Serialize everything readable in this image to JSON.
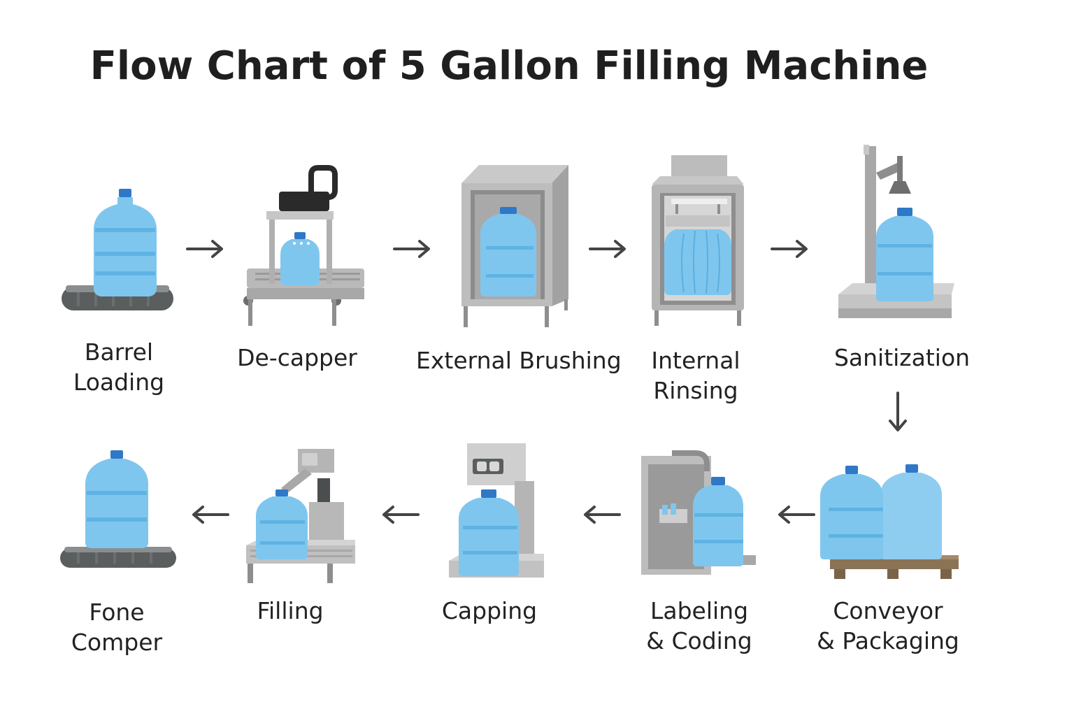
{
  "title": "Flow Chart of 5 Gallon Filling Machine",
  "colors": {
    "bottle": "#7fc6ee",
    "bottle_dark": "#4aa6dc",
    "cap": "#2f78c8",
    "steel": "#b9b9b9",
    "steel_dark": "#8e8e8e",
    "belt": "#5a5e5e",
    "machine_black": "#2a2a2a",
    "pallet": "#8b7355",
    "arrow": "#444444"
  },
  "steps": [
    {
      "line1": "Barrel",
      "line2": "Loading",
      "icon": "conveyor-bottle-icon"
    },
    {
      "line1": "De-capper",
      "line2": "",
      "icon": "decapper-machine-icon"
    },
    {
      "line1": "External Brushing",
      "line2": "",
      "icon": "brushing-cabinet-icon"
    },
    {
      "line1": "Internal",
      "line2": "Rinsing",
      "icon": "rinsing-machine-icon"
    },
    {
      "line1": "Sanitization",
      "line2": "",
      "icon": "sanitization-nozzle-icon"
    },
    {
      "line1": "Conveyor",
      "line2": "& Packaging",
      "icon": "pallet-bottles-icon"
    },
    {
      "line1": "Labeling",
      "line2": "& Coding",
      "icon": "labeling-machine-icon"
    },
    {
      "line1": "Capping",
      "line2": "",
      "icon": "capping-machine-icon"
    },
    {
      "line1": "Filling",
      "line2": "",
      "icon": "filling-machine-icon"
    },
    {
      "line1": "Fone",
      "line2": "Comper",
      "icon": "conveyor-bottle-icon"
    }
  ],
  "arrows": [
    "right",
    "right",
    "right",
    "right",
    "down",
    "left",
    "left",
    "left",
    "left"
  ]
}
